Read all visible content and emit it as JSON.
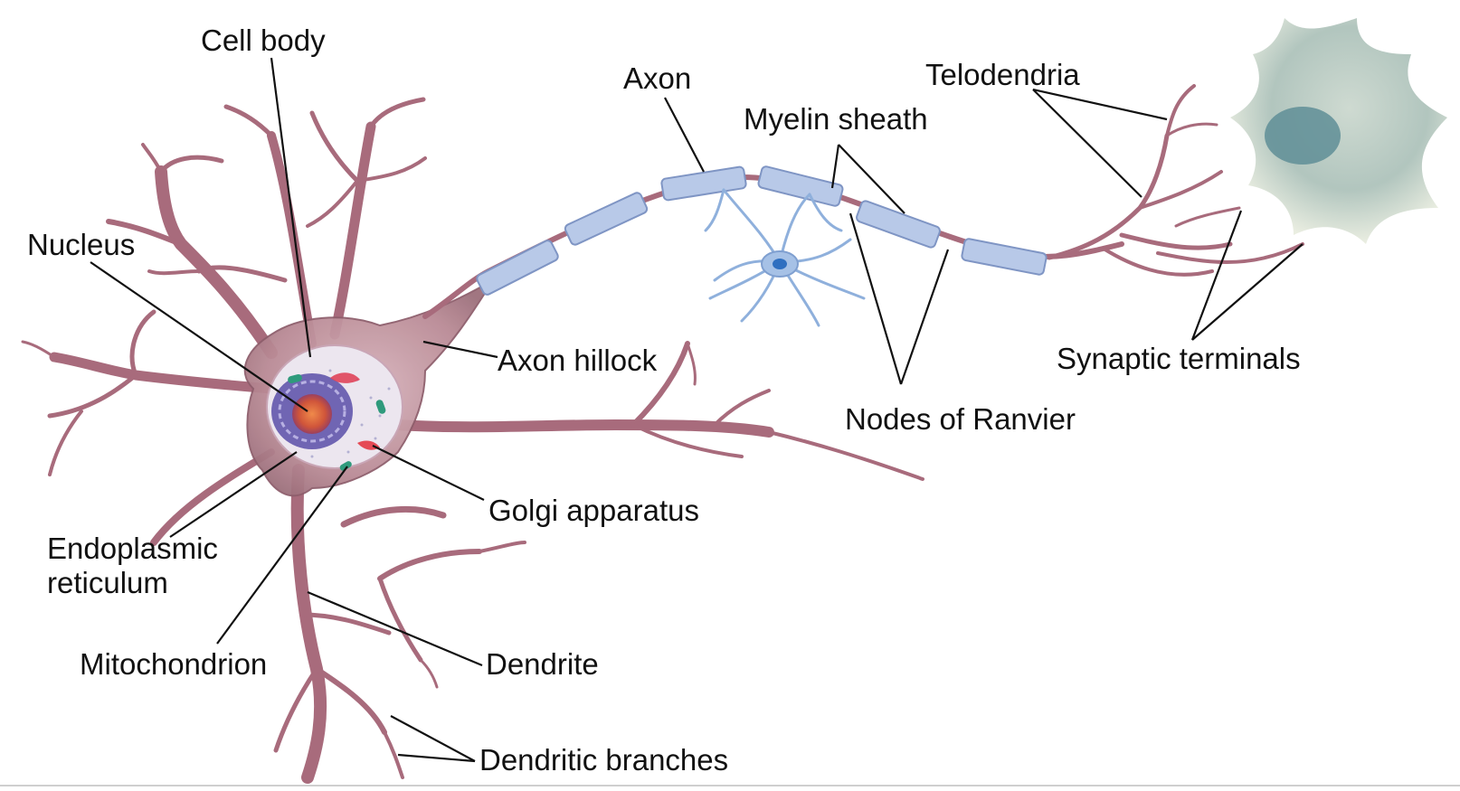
{
  "diagram": {
    "labels": {
      "cell_body": "Cell body",
      "nucleus": "Nucleus",
      "axon": "Axon",
      "myelin_sheath": "Myelin sheath",
      "telodendria": "Telodendria",
      "axon_hillock": "Axon hillock",
      "synaptic_terminals": "Synaptic terminals",
      "nodes_of_ranvier": "Nodes of Ranvier",
      "golgi_apparatus": "Golgi apparatus",
      "endoplasmic_reticulum_line1": "Endoplasmic",
      "endoplasmic_reticulum_line2": "reticulum",
      "mitochondrion": "Mitochondrion",
      "dendrite": "Dendrite",
      "dendritic_branches": "Dendritic branches"
    },
    "colors": {
      "neuron_membrane": "#b98a95",
      "dendrite_stroke": "#a86b7c",
      "myelin_fill": "#b8c9e8",
      "myelin_stroke": "#7f95c4",
      "glial_cell": "#8fb0dc",
      "nucleus_purple": "#5a4ea8",
      "nucleolus_orange": "#e06a3a",
      "target_cell": "#9fb7b0",
      "leader_line": "#111111"
    }
  }
}
